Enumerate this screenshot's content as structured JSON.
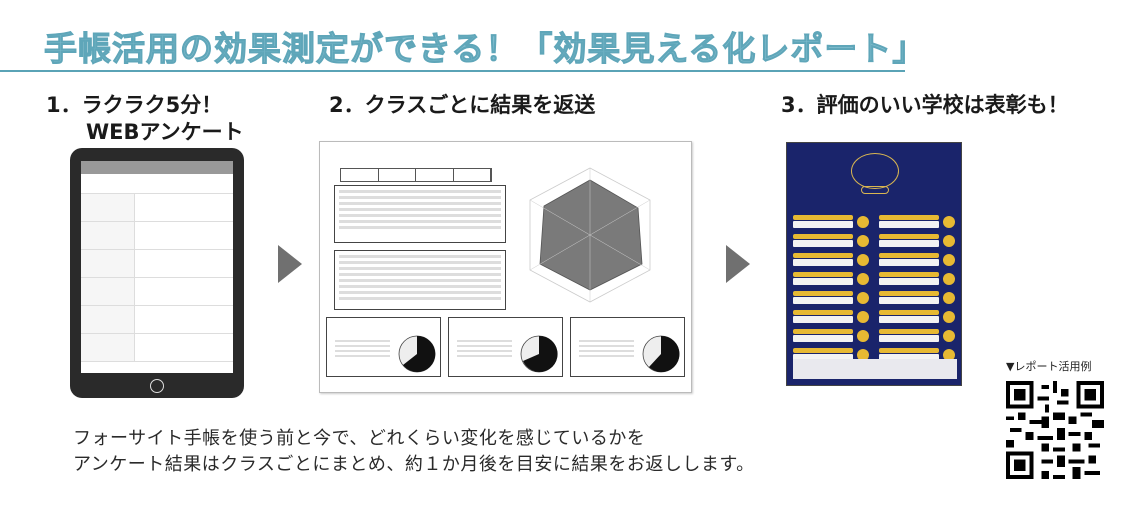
{
  "title": "手帳活用の効果測定ができる！「効果見える化レポート」",
  "steps": {
    "step1_line1": "1．ラクラク5分！",
    "step1_line2": "WEBアンケート",
    "step2": "2．クラスごとに結果を返送",
    "step3": "3．評価のいい学校は表彰も！"
  },
  "qr": {
    "label": "▼レポート活用例"
  },
  "description": {
    "line1": "フォーサイト手帳を使う前と今で、どれくらい変化を感じているかを",
    "line2": "アンケート結果はクラスごとにまとめ、約１か月後を目安に結果をお返しします。"
  },
  "colors": {
    "title": "#7fbccd",
    "rule": "#5aa3b6",
    "poster_bg": "#1a246b",
    "poster_accent": "#e7b933",
    "arrow": "#707070"
  },
  "icons": {
    "arrow": "right-triangle-arrow",
    "qr": "qr-code"
  }
}
